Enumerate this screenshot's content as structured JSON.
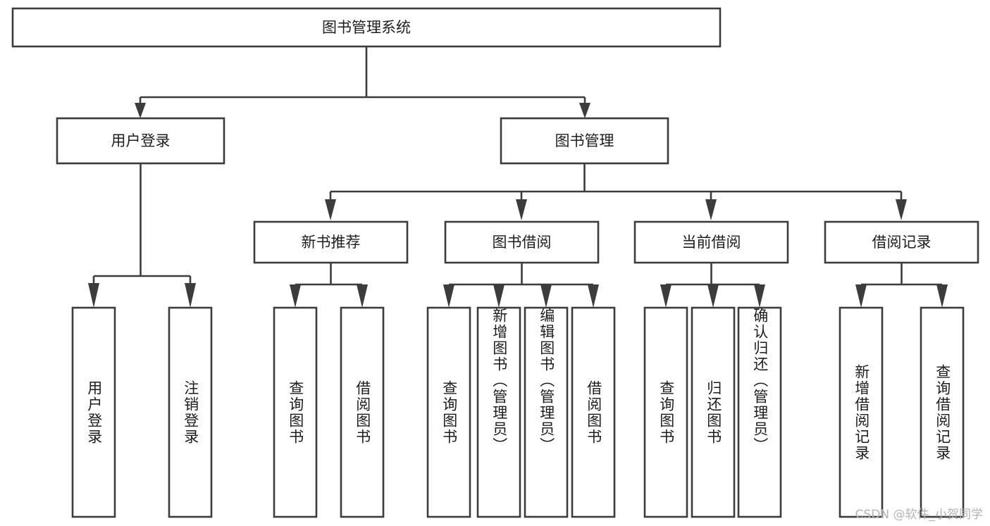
{
  "diagram": {
    "type": "tree-hierarchy",
    "title": "图书管理系统",
    "orientation": "top-down",
    "colors": {
      "stroke": "#3c3c3c",
      "fill": "#ffffff",
      "text": "#1d1d1d",
      "watermark": "#b4b4b4",
      "background": "#ffffff"
    },
    "root": {
      "label": "图书管理系统"
    },
    "level2": [
      {
        "label": "用户登录"
      },
      {
        "label": "图书管理"
      }
    ],
    "level3": [
      {
        "label": "新书推荐"
      },
      {
        "label": "图书借阅"
      },
      {
        "label": "当前借阅"
      },
      {
        "label": "借阅记录"
      }
    ],
    "leaves": {
      "user_login": [
        {
          "label": "用户登录"
        },
        {
          "label": "注销登录"
        }
      ],
      "new_book_recommend": [
        {
          "label": "查询图书"
        },
        {
          "label": "借阅图书"
        }
      ],
      "book_borrow": [
        {
          "label": "查询图书"
        },
        {
          "label": "新增图书（管理员）"
        },
        {
          "label": "编辑图书（管理员）"
        },
        {
          "label": "借阅图书"
        }
      ],
      "current_borrow": [
        {
          "label": "查询图书"
        },
        {
          "label": "归还图书"
        },
        {
          "label": "确认归还（管理员）"
        }
      ],
      "borrow_record": [
        {
          "label": "新增借阅记录"
        },
        {
          "label": "查询借阅记录"
        }
      ]
    }
  },
  "watermark": {
    "text": "CSDN @软件_小贺同学"
  }
}
